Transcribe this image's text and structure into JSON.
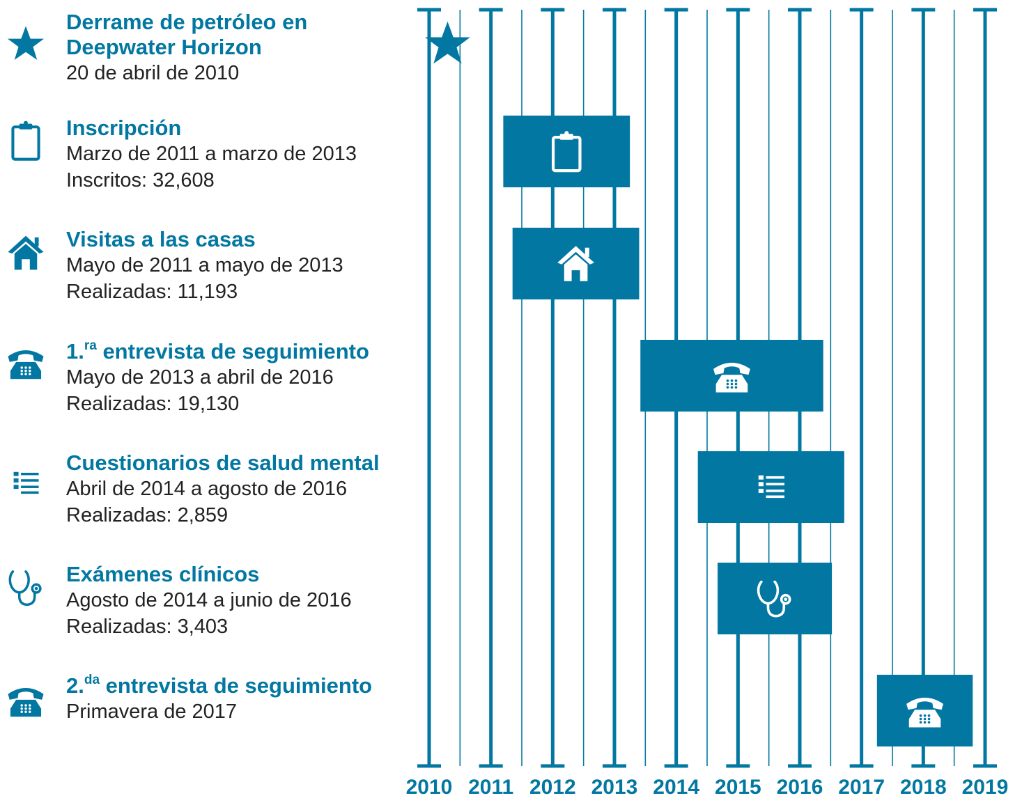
{
  "colors": {
    "accent": "#0277a1",
    "text": "#222222",
    "icon_fill": "#ffffff"
  },
  "legend": [
    {
      "icon": "star-icon",
      "title": "Derrame de petróleo en",
      "title2": "Deepwater Horizon",
      "lines": [
        "20 de abril de 2010"
      ]
    },
    {
      "icon": "clipboard-icon",
      "title": "Inscripción",
      "lines": [
        "Marzo de 2011 a marzo de 2013",
        "Inscritos: 32,608"
      ]
    },
    {
      "icon": "house-icon",
      "title": "Visitas a las casas",
      "lines": [
        "Mayo de 2011 a mayo de 2013",
        "Realizadas: 11,193"
      ]
    },
    {
      "icon": "telephone-icon",
      "title_num": "1.",
      "title_sup": "ra",
      "title_rest": " entrevista de seguimiento",
      "lines": [
        "Mayo de 2013 a abril de 2016",
        "Realizadas: 19,130"
      ]
    },
    {
      "icon": "list-icon",
      "title": "Cuestionarios de salud mental",
      "lines": [
        "Abril de 2014 a agosto de 2016",
        "Realizadas: 2,859"
      ]
    },
    {
      "icon": "stethoscope-icon",
      "title": "Exámenes clínicos",
      "lines": [
        "Agosto de 2014 a junio de 2016",
        "Realizadas: 3,403"
      ]
    },
    {
      "icon": "telephone-icon",
      "title_num": "2.",
      "title_sup": "da",
      "title_rest": " entrevista de seguimiento",
      "lines": [
        "Primavera de 2017"
      ]
    }
  ],
  "chart_data": {
    "type": "gantt",
    "x_ticks": [
      "2010",
      "2011",
      "2012",
      "2013",
      "2014",
      "2015",
      "2016",
      "2017",
      "2018",
      "2019"
    ],
    "xlim": [
      2010,
      2019
    ],
    "milestones": [
      {
        "name": "Derrame de petróleo en Deepwater Horizon",
        "date": "2010-04-20",
        "icon": "star-icon"
      }
    ],
    "tasks": [
      {
        "name": "Inscripción",
        "start": 2011.2,
        "end": 2013.25,
        "icon": "clipboard-icon"
      },
      {
        "name": "Visitas a las casas",
        "start": 2011.35,
        "end": 2013.4,
        "icon": "house-icon"
      },
      {
        "name": "1.ra entrevista de seguimiento",
        "start": 2013.42,
        "end": 2016.38,
        "icon": "telephone-icon"
      },
      {
        "name": "Cuestionarios de salud mental",
        "start": 2014.35,
        "end": 2016.72,
        "icon": "list-icon"
      },
      {
        "name": "Exámenes clínicos",
        "start": 2014.67,
        "end": 2016.52,
        "icon": "stethoscope-icon"
      },
      {
        "name": "2.da entrevista de seguimiento",
        "start": 2017.25,
        "end": 2018.8,
        "icon": "telephone-icon"
      }
    ]
  }
}
